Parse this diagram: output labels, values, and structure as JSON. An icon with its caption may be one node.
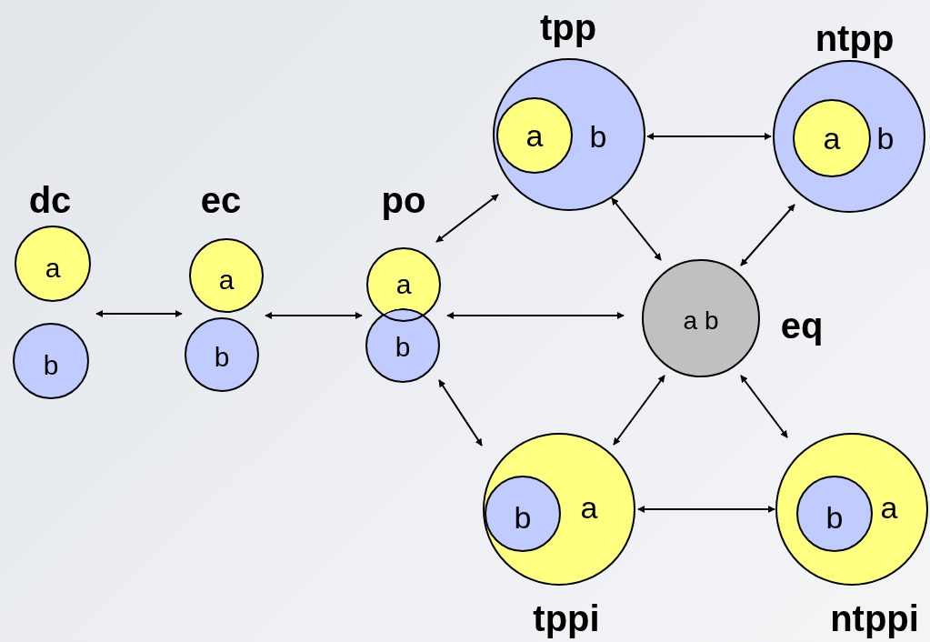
{
  "diagram": {
    "nodes": [
      {
        "text": [
          "dc"
        ]
      },
      {
        "text": [
          "a"
        ],
        "in": 0
      },
      {
        "text": [
          "b"
        ],
        "in": 0
      },
      {
        "text": [
          "ec"
        ]
      },
      {
        "text": [
          "a"
        ],
        "in": 3
      },
      {
        "text": [
          "b"
        ],
        "in": 3
      },
      {
        "text": [
          "po"
        ]
      },
      {
        "text": [
          "a"
        ],
        "in": 6
      },
      {
        "text": [
          "b"
        ],
        "in": 6
      },
      {
        "text": [
          "tpp"
        ]
      },
      {
        "text": [
          "b"
        ],
        "in": 9
      },
      {
        "text": [
          "a"
        ],
        "in": 10
      },
      {
        "text": [
          "ntpp"
        ]
      },
      {
        "text": [
          "b"
        ],
        "in": 12
      },
      {
        "text": [
          "a"
        ],
        "in": 13
      },
      {
        "text": [
          "eq"
        ]
      },
      {
        "text": [
          "a b"
        ],
        "in": 15
      },
      {
        "text": [
          "tppi"
        ]
      },
      {
        "text": [
          "a"
        ],
        "in": 17
      },
      {
        "text": [
          "b"
        ],
        "in": 18
      },
      {
        "text": [
          "ntppi"
        ]
      },
      {
        "text": [
          "a"
        ],
        "in": 20
      },
      {
        "text": [
          "b"
        ],
        "in": 21
      }
    ],
    "edges": [
      {
        "from": 0,
        "to": 3,
        "arrow": "both"
      },
      {
        "from": 3,
        "to": 6,
        "arrow": "both"
      },
      {
        "from": 6,
        "to": 9,
        "arrow": "both"
      },
      {
        "from": 6,
        "to": 15,
        "arrow": "both"
      },
      {
        "from": 6,
        "to": 17,
        "arrow": "both"
      },
      {
        "from": 9,
        "to": 12,
        "arrow": "both"
      },
      {
        "from": 9,
        "to": 15,
        "arrow": "both"
      },
      {
        "from": 12,
        "to": 15,
        "arrow": "both"
      },
      {
        "from": 15,
        "to": 17,
        "arrow": "both"
      },
      {
        "from": 15,
        "to": 20,
        "arrow": "both"
      },
      {
        "from": 17,
        "to": 20,
        "arrow": "both"
      }
    ]
  }
}
